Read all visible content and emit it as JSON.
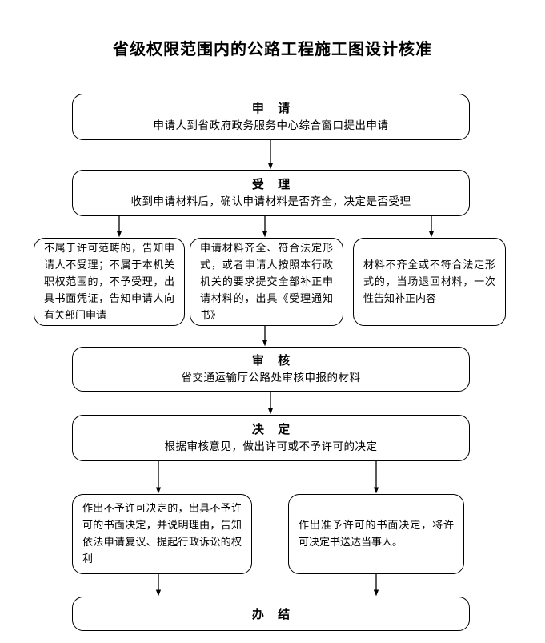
{
  "title": "省级权限范围内的公路工程施工图设计核准",
  "theme": {
    "background": "#ffffff",
    "line": "#000000",
    "text": "#000000"
  },
  "nodes": {
    "apply": {
      "stage": "申 请",
      "desc": "申请人到省政府政务服务中心综合窗口提出申请"
    },
    "accept": {
      "stage": "受 理",
      "desc": "收到申请材料后，确认申请材料是否齐全，决定是否受理"
    },
    "reject": {
      "text": "不属于许可范畴的，告知申请人不受理；不属于本机关职权范围的，不予受理，出具书面凭证，告知申请人向有关部门申请"
    },
    "complete": {
      "text": "申请材料齐全、符合法定形式，或者申请人按照本行政机关的要求提交全部补正申请材料的，出具《受理通知书》"
    },
    "incomplete": {
      "text": "材料不齐全或不符合法定形式的，当场退回材料，一次性告知补正内容"
    },
    "review": {
      "stage": "审 核",
      "desc": "省交通运输厅公路处审核申报的材料"
    },
    "decision": {
      "stage": "决 定",
      "desc": "根据审核意见，做出许可或不予许可的决定"
    },
    "deny": {
      "text": "作出不予许可决定的，出具不予许可的书面决定，并说明理由，告知依法申请复议、提起行政诉讼的权利"
    },
    "approve": {
      "text": "作出准予许可的书面决定，将许可决定书送达当事人。"
    },
    "finish": {
      "stage": "办 结"
    }
  },
  "connectors": [
    {
      "name": "apply-to-accept",
      "from": "apply",
      "to": "accept"
    },
    {
      "name": "accept-to-reject",
      "from": "accept",
      "to": "reject"
    },
    {
      "name": "accept-to-complete",
      "from": "accept",
      "to": "complete"
    },
    {
      "name": "accept-to-incomplete",
      "from": "accept",
      "to": "incomplete"
    },
    {
      "name": "complete-to-review",
      "from": "complete",
      "to": "review"
    },
    {
      "name": "review-to-decision",
      "from": "review",
      "to": "decision"
    },
    {
      "name": "decision-to-deny",
      "from": "decision",
      "to": "deny"
    },
    {
      "name": "decision-to-approve",
      "from": "decision",
      "to": "approve"
    },
    {
      "name": "deny-to-finish",
      "from": "deny",
      "to": "finish"
    },
    {
      "name": "approve-to-finish",
      "from": "approve",
      "to": "finish"
    }
  ]
}
